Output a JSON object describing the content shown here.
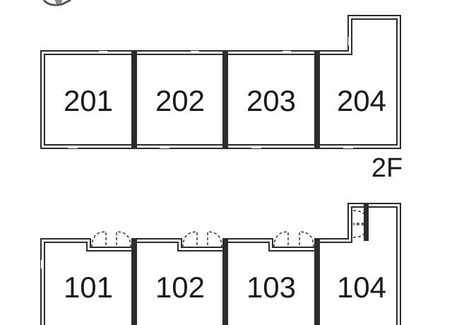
{
  "floors": [
    {
      "label": "2F",
      "rooms": [
        {
          "number": "201"
        },
        {
          "number": "202"
        },
        {
          "number": "203"
        },
        {
          "number": "204"
        }
      ]
    },
    {
      "label": "",
      "rooms": [
        {
          "number": "101"
        },
        {
          "number": "102"
        },
        {
          "number": "103"
        },
        {
          "number": "104"
        }
      ]
    }
  ],
  "colors": {
    "wall": "#2b2b2b",
    "wall_fill": "#ffffff",
    "door_swing": "#333333"
  }
}
